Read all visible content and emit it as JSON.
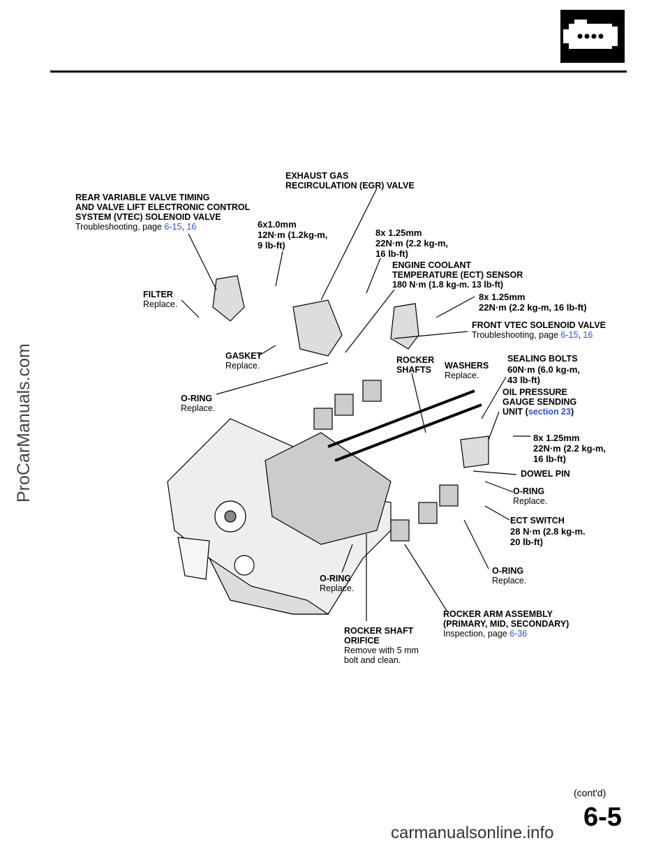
{
  "header": {
    "icon": "engine-icon"
  },
  "labels": {
    "egr_title": "EXHAUST GAS",
    "egr_title2": "RECIRCULATION (EGR) VALVE",
    "rear_vtec_1": "REAR VARIABLE VALVE TIMING",
    "rear_vtec_2": "AND VALVE LIFT ELECTRONIC CONTROL",
    "rear_vtec_3": "SYSTEM (VTEC) SOLENOID VALVE",
    "rear_vtec_ts": "Troubleshooting, page",
    "rear_vtec_p1": "6-15",
    "rear_vtec_p2": "16",
    "bolt6_1": "6x1.0mm",
    "bolt6_2": "12N·m (1.2kg-m,",
    "bolt6_3": "9 lb-ft)",
    "bolt8a_1": "8x 1.25mm",
    "bolt8a_2": "22N·m (2.2 kg-m,",
    "bolt8a_3": "16 lb-ft)",
    "ect_sensor_1": "ENGINE COOLANT",
    "ect_sensor_2": "TEMPERATURE (ECT) SENSOR",
    "ect_sensor_3": "180 N·m (1.8 kg-m. 13 lb-ft)",
    "bolt8b_1": "8x 1.25mm",
    "bolt8b_2": "22N·m (2.2 kg-m, 16 lb-ft)",
    "filter": "FILTER",
    "filter_sub": "Replace.",
    "front_vtec_1": "FRONT VTEC SOLENOID VALVE",
    "front_vtec_ts": "Troubleshooting, page",
    "front_vtec_p1": "6-15",
    "front_vtec_p2": "16",
    "gasket": "GASKET",
    "gasket_sub": "Replace.",
    "rocker_shafts_1": "ROCKER",
    "rocker_shafts_2": "SHAFTS",
    "washers": "WASHERS",
    "washers_sub": "Replace.",
    "sealing_1": "SEALING BOLTS",
    "sealing_2": "60N·m (6.0 kg-m,",
    "sealing_3": "43 lb-ft)",
    "oring1": "O-RING",
    "oring1_sub": "Replace.",
    "oil_1": "OIL PRESSURE",
    "oil_2": "GAUGE SENDING",
    "oil_3": "UNIT (",
    "oil_link": "section 23",
    "oil_close": ")",
    "bolt8c_1": "8x 1.25mm",
    "bolt8c_2": "22N·m (2.2 kg-m,",
    "bolt8c_3": "16 lb-ft)",
    "dowel": "DOWEL PIN",
    "oring2": "O-RING",
    "oring2_sub": "Replace.",
    "ect_switch_1": "ECT SWITCH",
    "ect_switch_2": "28 N·m (2.8 kg-m.",
    "ect_switch_3": "20 lb-ft)",
    "oring3": "O-RING",
    "oring3_sub": "Replace.",
    "oring4": "O-RING",
    "oring4_sub": "Replace.",
    "rocker_arm_1": "ROCKER ARM ASSEMBLY",
    "rocker_arm_2": "(PRIMARY, MID, SECONDARY)",
    "rocker_arm_ins": "Inspection, page",
    "rocker_arm_p": "6-36",
    "orifice_1": "ROCKER SHAFT",
    "orifice_2": "ORIFICE",
    "orifice_3": "Remove with 5 mm",
    "orifice_4": "bolt and clean."
  },
  "page": {
    "contd": "(cont'd)",
    "number": "6-5",
    "side_watermark": "ProCarManuals.com",
    "footer_watermark": "carmanualsonline.info"
  }
}
